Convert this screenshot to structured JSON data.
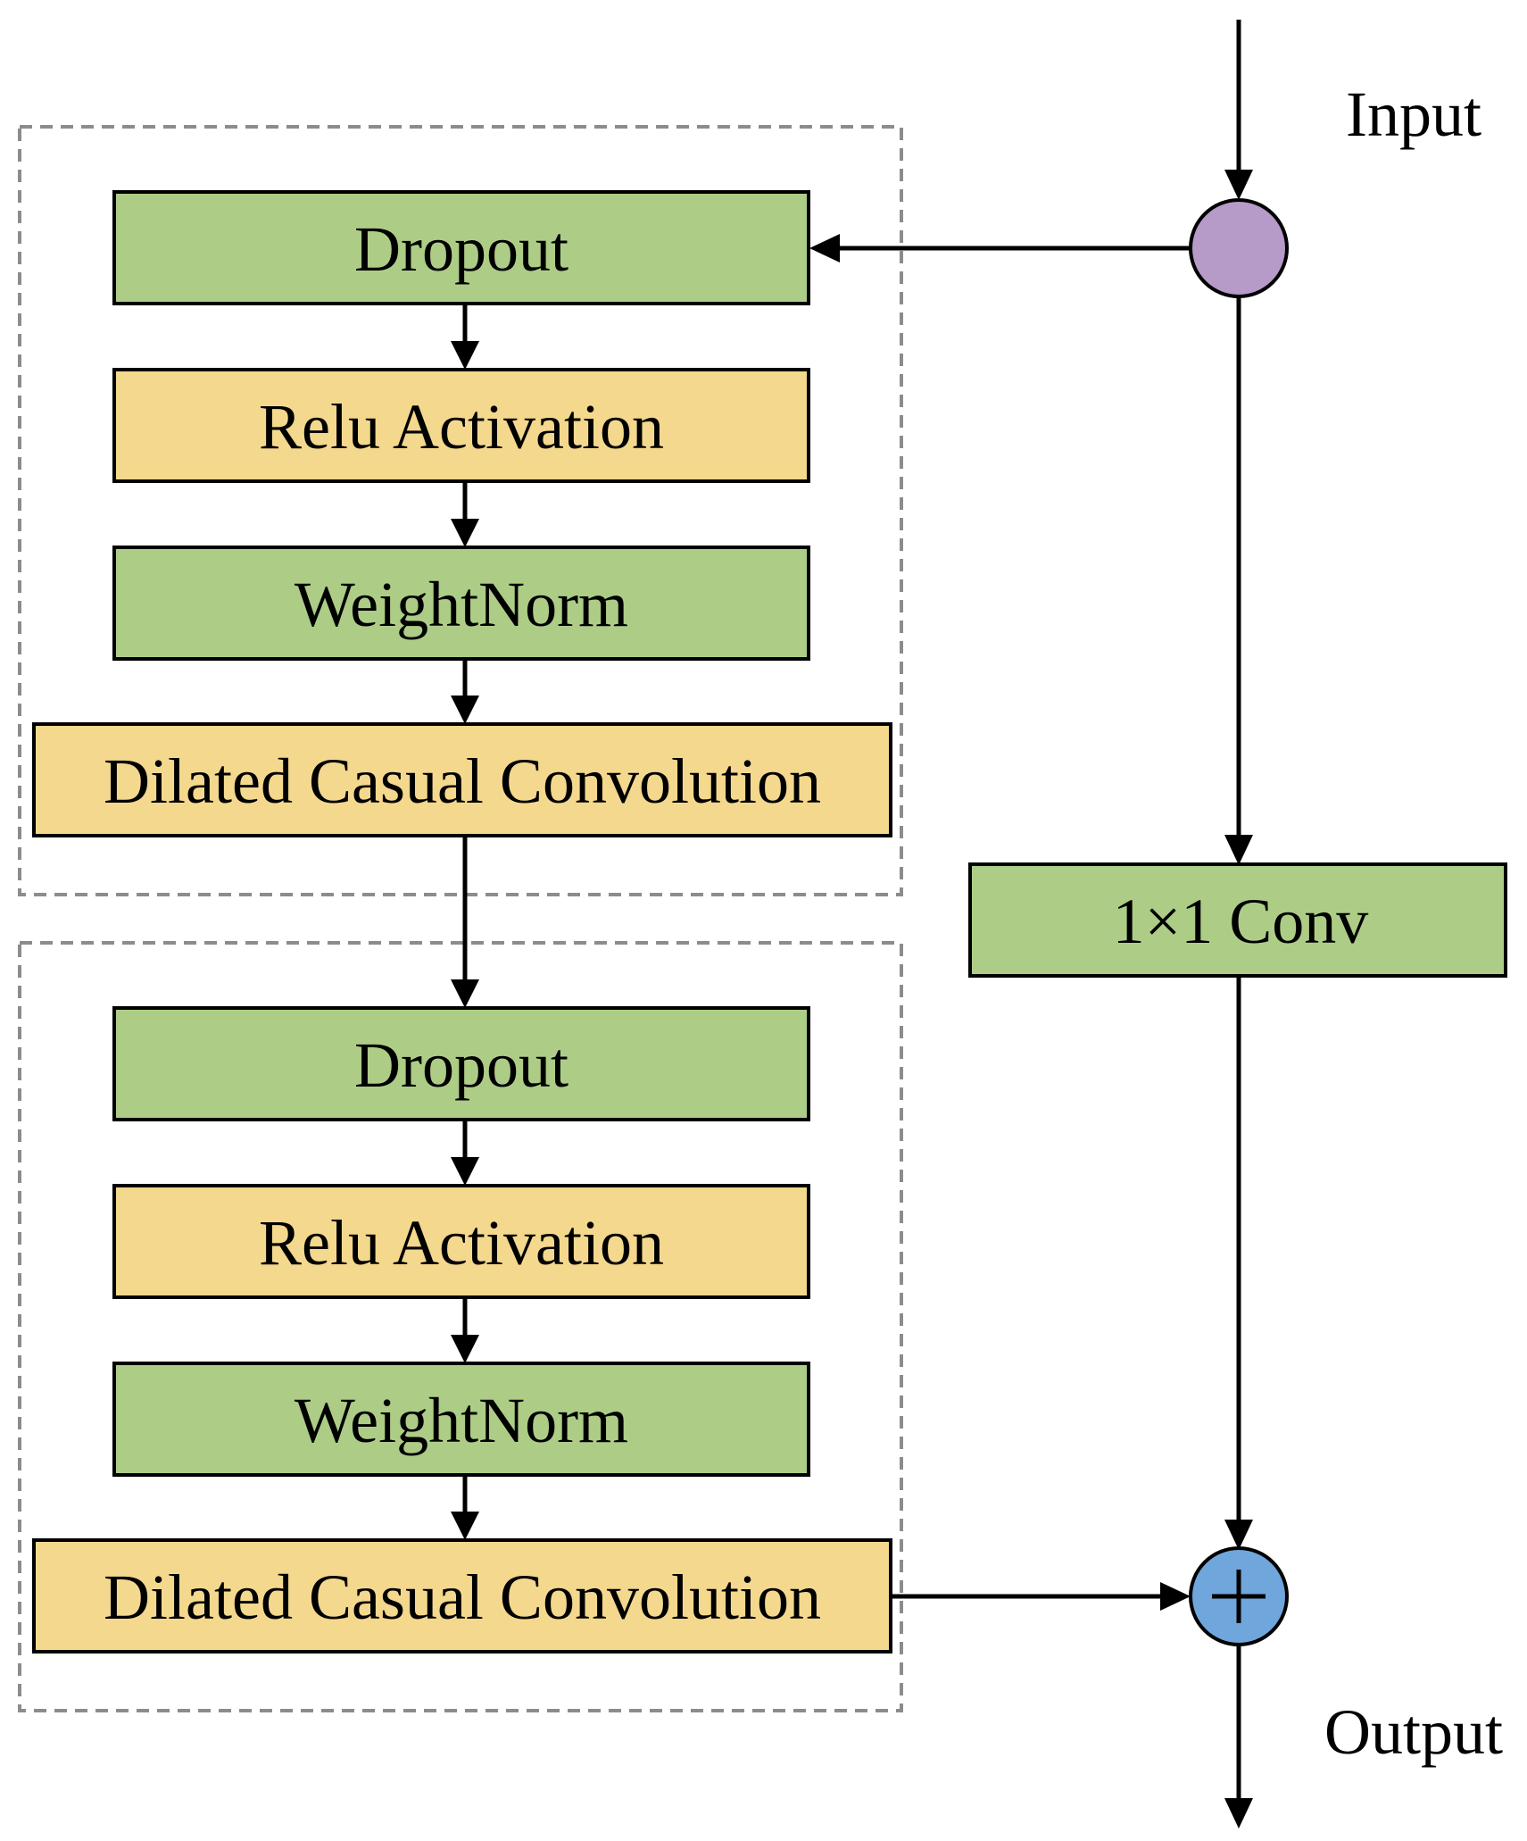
{
  "labels": {
    "input": "Input",
    "output": "Output",
    "conv1x1": "1×1 Conv"
  },
  "blocks": [
    {
      "dropout": "Dropout",
      "relu": "Relu Activation",
      "weightnorm": "WeightNorm",
      "dilated": "Dilated Casual Convolution"
    },
    {
      "dropout": "Dropout",
      "relu": "Relu Activation",
      "weightnorm": "WeightNorm",
      "dilated": "Dilated Casual Convolution"
    }
  ],
  "colors": {
    "green_box": "#adcd87",
    "yellow_box": "#f3d88d",
    "split_node": "#b69ac8",
    "sum_node": "#6fa6dc",
    "dashed_border": "#8c8c8c"
  }
}
